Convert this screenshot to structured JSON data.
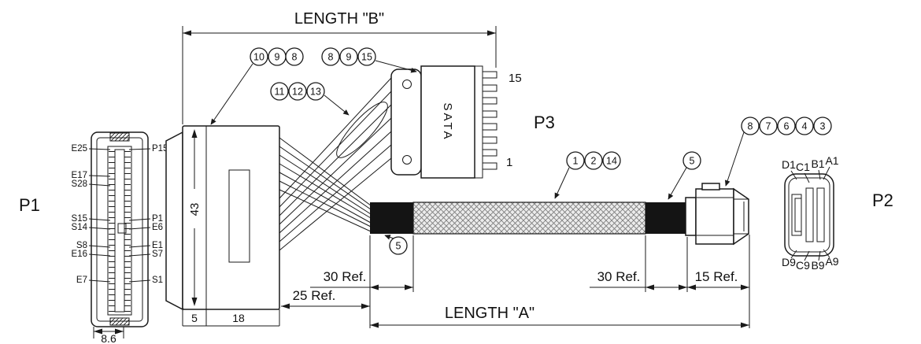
{
  "connectors": {
    "p1": {
      "label": "P1",
      "pins_left": [
        "E25",
        "E17",
        "S28",
        "S15",
        "S14",
        "S8",
        "E16",
        "E7"
      ],
      "pins_right": [
        "P15",
        "P1",
        "E6",
        "E1",
        "S7",
        "S1"
      ]
    },
    "p3": {
      "label": "P3",
      "name_text": "SATA",
      "pin_top": "15",
      "pin_bottom": "1"
    },
    "p2": {
      "label": "P2",
      "pins_top": [
        "D1",
        "C1",
        "B1",
        "A1"
      ],
      "pins_bottom": [
        "D9",
        "C9",
        "B9",
        "A9"
      ]
    }
  },
  "dimensions": {
    "length_b": "LENGTH \"B\"",
    "length_a": "LENGTH \"A\"",
    "ref_30_left": "30 Ref.",
    "ref_25": "25 Ref.",
    "ref_30_right": "30 Ref.",
    "ref_15": "15 Ref.",
    "height_43": "43",
    "seg_5": "5",
    "seg_18": "18",
    "width_8_6": "8.6"
  },
  "balloons": {
    "connector_top": [
      "10",
      "9",
      "8"
    ],
    "sata_top": [
      "8",
      "9",
      "15"
    ],
    "wire_bundle": [
      "11",
      "12",
      "13"
    ],
    "cable_mid": [
      "1",
      "2",
      "14"
    ],
    "cable_right": [
      "5"
    ],
    "cable_left": [
      "5"
    ],
    "p2_top": [
      "8",
      "7",
      "6",
      "4",
      "3"
    ]
  }
}
